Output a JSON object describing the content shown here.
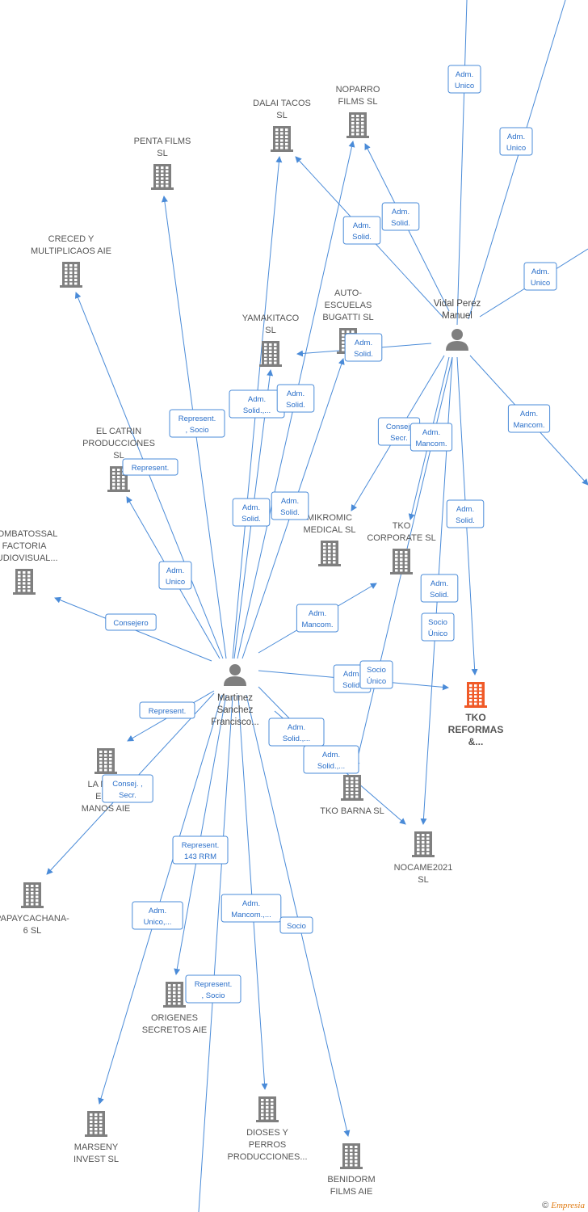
{
  "colors": {
    "edge": "#4a8bd8",
    "company": "#7f7f7f",
    "highlight": "#f05a28",
    "person": "#7f7f7f"
  },
  "copyright": {
    "symbol": "©",
    "brand": "Empresia"
  },
  "nodes": [
    {
      "id": "vidal",
      "type": "person",
      "lines": [
        "Vidal Perez",
        "Manuel"
      ]
    },
    {
      "id": "martinez",
      "type": "person",
      "lines": [
        "Martinez",
        "Sanchez",
        "Francisco..."
      ]
    },
    {
      "id": "noparro",
      "type": "company",
      "lines": [
        "NOPARRO",
        "FILMS  SL"
      ]
    },
    {
      "id": "dalai",
      "type": "company",
      "lines": [
        "DALAI TACOS",
        "SL"
      ]
    },
    {
      "id": "penta",
      "type": "company",
      "lines": [
        "PENTA FILMS",
        "SL"
      ]
    },
    {
      "id": "creced",
      "type": "company",
      "lines": [
        "CRECED Y",
        "MULTIPLICAOS AIE"
      ]
    },
    {
      "id": "autoescuelas",
      "type": "company",
      "lines": [
        "AUTO-",
        "ESCUELAS",
        "BUGATTI SL"
      ]
    },
    {
      "id": "yamakitaco",
      "type": "company",
      "lines": [
        "YAMAKITACO",
        "SL"
      ]
    },
    {
      "id": "elcatrin",
      "type": "company",
      "lines": [
        "EL CATRIN",
        "PRODUCCIONES",
        "SL"
      ]
    },
    {
      "id": "combatossal",
      "type": "company",
      "lines": [
        "COMBATOSSAL",
        "FACTORIA",
        "AUDIOVISUAL..."
      ]
    },
    {
      "id": "mikromic",
      "type": "company",
      "lines": [
        "MIKROMIC",
        "MEDICAL  SL"
      ]
    },
    {
      "id": "tkocorp",
      "type": "company",
      "lines": [
        "TKO",
        "CORPORATE  SL"
      ]
    },
    {
      "id": "tkoreformas",
      "type": "highlight",
      "lines": [
        "TKO",
        "REFORMAS",
        "&..."
      ]
    },
    {
      "id": "lanave",
      "type": "company",
      "lines": [
        "LA NAVE",
        "EN S",
        "MANOS AIE"
      ]
    },
    {
      "id": "tkobarna",
      "type": "company",
      "lines": [
        "TKO BARNA  SL"
      ]
    },
    {
      "id": "nocame",
      "type": "company",
      "lines": [
        "NOCAME2021",
        "SL"
      ]
    },
    {
      "id": "papaycachana",
      "type": "company",
      "lines": [
        "PAPAYCACHANA-",
        "6 SL"
      ]
    },
    {
      "id": "origenes",
      "type": "company",
      "lines": [
        "ORIGENES",
        "SECRETOS  AIE"
      ]
    },
    {
      "id": "dioses",
      "type": "company",
      "lines": [
        "DIOSES Y",
        "PERROS",
        "PRODUCCIONES..."
      ]
    },
    {
      "id": "benidorm",
      "type": "company",
      "lines": [
        "BENIDORM",
        "FILMS AIE"
      ]
    },
    {
      "id": "marseny",
      "type": "company",
      "lines": [
        "MARSENY",
        "INVEST  SL"
      ]
    }
  ],
  "edges": [
    {
      "id": "e1",
      "from": "vidal",
      "to": "offtop1",
      "badge": [
        "Adm.",
        "Unico"
      ]
    },
    {
      "id": "e2",
      "from": "vidal",
      "to": "offtop2",
      "badge": [
        "Adm.",
        "Unico"
      ]
    },
    {
      "id": "e3",
      "from": "vidal",
      "to": "offright1",
      "badge": [
        "Adm.",
        "Unico"
      ]
    },
    {
      "id": "e4",
      "from": "vidal",
      "to": "noparro",
      "badge": [
        "Adm.",
        "Solid."
      ]
    },
    {
      "id": "e5",
      "from": "vidal",
      "to": "dalai",
      "badge": [
        "Adm.",
        "Solid."
      ]
    },
    {
      "id": "e6",
      "from": "vidal",
      "to": "yamakitaco",
      "badge": [
        "Adm.",
        "Solid."
      ]
    },
    {
      "id": "e7",
      "from": "vidal",
      "to": "offright2",
      "badge": [
        "Adm.",
        "Mancom."
      ]
    },
    {
      "id": "e8",
      "from": "vidal",
      "to": "mikromic",
      "badge": [
        "Consej.",
        "Secr."
      ]
    },
    {
      "id": "e9",
      "from": "vidal",
      "to": "tkocorp",
      "badge": [
        "Adm.",
        "Mancom."
      ]
    },
    {
      "id": "e10",
      "from": "vidal",
      "to": "tkoreformas",
      "badge": [
        "Adm.",
        "Solid."
      ]
    },
    {
      "id": "e11",
      "from": "vidal",
      "to": "tkobarna",
      "badge": [
        "Adm.",
        "Solid."
      ]
    },
    {
      "id": "e12",
      "from": "vidal",
      "to": "nocame",
      "badge": [
        "Socio",
        "Único"
      ]
    },
    {
      "id": "e13",
      "from": "martinez",
      "to": "dalai",
      "badge": [
        "Adm.",
        "Solid.,..."
      ]
    },
    {
      "id": "e14",
      "from": "martinez",
      "to": "noparro",
      "badge": [
        "Adm.",
        "Solid."
      ]
    },
    {
      "id": "e15",
      "from": "martinez",
      "to": "autoescuelas",
      "badge": [
        "Adm.",
        "Solid."
      ]
    },
    {
      "id": "e16",
      "from": "martinez",
      "to": "penta",
      "badge": [
        "Represent.",
        ", Socio"
      ]
    },
    {
      "id": "e17",
      "from": "martinez",
      "to": "creced",
      "badge": [
        "Represent."
      ]
    },
    {
      "id": "e18",
      "from": "martinez",
      "to": "yamakitaco",
      "badge": [
        "Adm.",
        "Solid."
      ]
    },
    {
      "id": "e19",
      "from": "martinez",
      "to": "elcatrin",
      "badge": [
        "Adm.",
        "Unico"
      ]
    },
    {
      "id": "e20",
      "from": "martinez",
      "to": "combatossal",
      "badge": [
        "Consejero"
      ]
    },
    {
      "id": "e21",
      "from": "martinez",
      "to": "tkocorp",
      "badge": [
        "Adm.",
        "Mancom."
      ]
    },
    {
      "id": "e22",
      "from": "martinez",
      "to": "tkoreformas",
      "badge": [
        "Adm.",
        "Solid."
      ]
    },
    {
      "id": "e22b",
      "from": "martinez",
      "to": "tkoreformas",
      "badge": [
        "Socio",
        "Único"
      ]
    },
    {
      "id": "e23",
      "from": "martinez",
      "to": "tkobarna",
      "badge": [
        "Adm.",
        "Solid.,..."
      ]
    },
    {
      "id": "e24",
      "from": "martinez",
      "to": "tkobarna",
      "badge": [
        "Adm.",
        "Solid.,..."
      ]
    },
    {
      "id": "e25",
      "from": "martinez",
      "to": "lanave",
      "badge": [
        "Represent."
      ]
    },
    {
      "id": "e26",
      "from": "martinez",
      "to": "papaycachana",
      "badge": [
        "Consej. ,",
        "Secr."
      ]
    },
    {
      "id": "e27",
      "from": "martinez",
      "to": "origenes",
      "badge": [
        "Represent.",
        "143 RRM"
      ]
    },
    {
      "id": "e28",
      "from": "martinez",
      "to": "marseny",
      "badge": [
        "Adm.",
        "Unico,..."
      ]
    },
    {
      "id": "e29",
      "from": "martinez",
      "to": "dioses",
      "badge": [
        "Adm.",
        "Mancom.,..."
      ]
    },
    {
      "id": "e30",
      "from": "martinez",
      "to": "benidorm",
      "badge": [
        "Socio"
      ]
    },
    {
      "id": "e31",
      "from": "martinez",
      "to": "offbottom",
      "badge": [
        "Represent.",
        ", Socio"
      ]
    }
  ]
}
